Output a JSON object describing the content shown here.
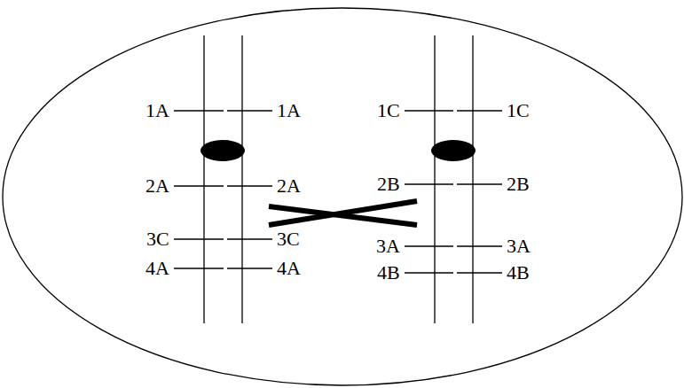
{
  "diagram": {
    "labels": [
      "1A",
      "1A",
      "1C",
      "1C",
      "2A",
      "2A",
      "2B",
      "2B",
      "3C",
      "3C",
      "3A",
      "3A",
      "4A",
      "4A",
      "4B",
      "4B"
    ]
  }
}
